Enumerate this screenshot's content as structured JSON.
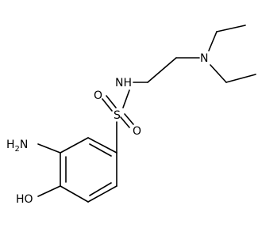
{
  "atoms": {
    "amino": "H2N",
    "hydroxy": "HO",
    "sulfonyl_s": "S",
    "sulfonyl_o_upper": "O",
    "sulfonyl_o_lower": "O",
    "amide_nh": "NH",
    "amine_n": "N"
  },
  "colors": {
    "bond": "#000000",
    "label": "#000000",
    "background": "#ffffff"
  }
}
